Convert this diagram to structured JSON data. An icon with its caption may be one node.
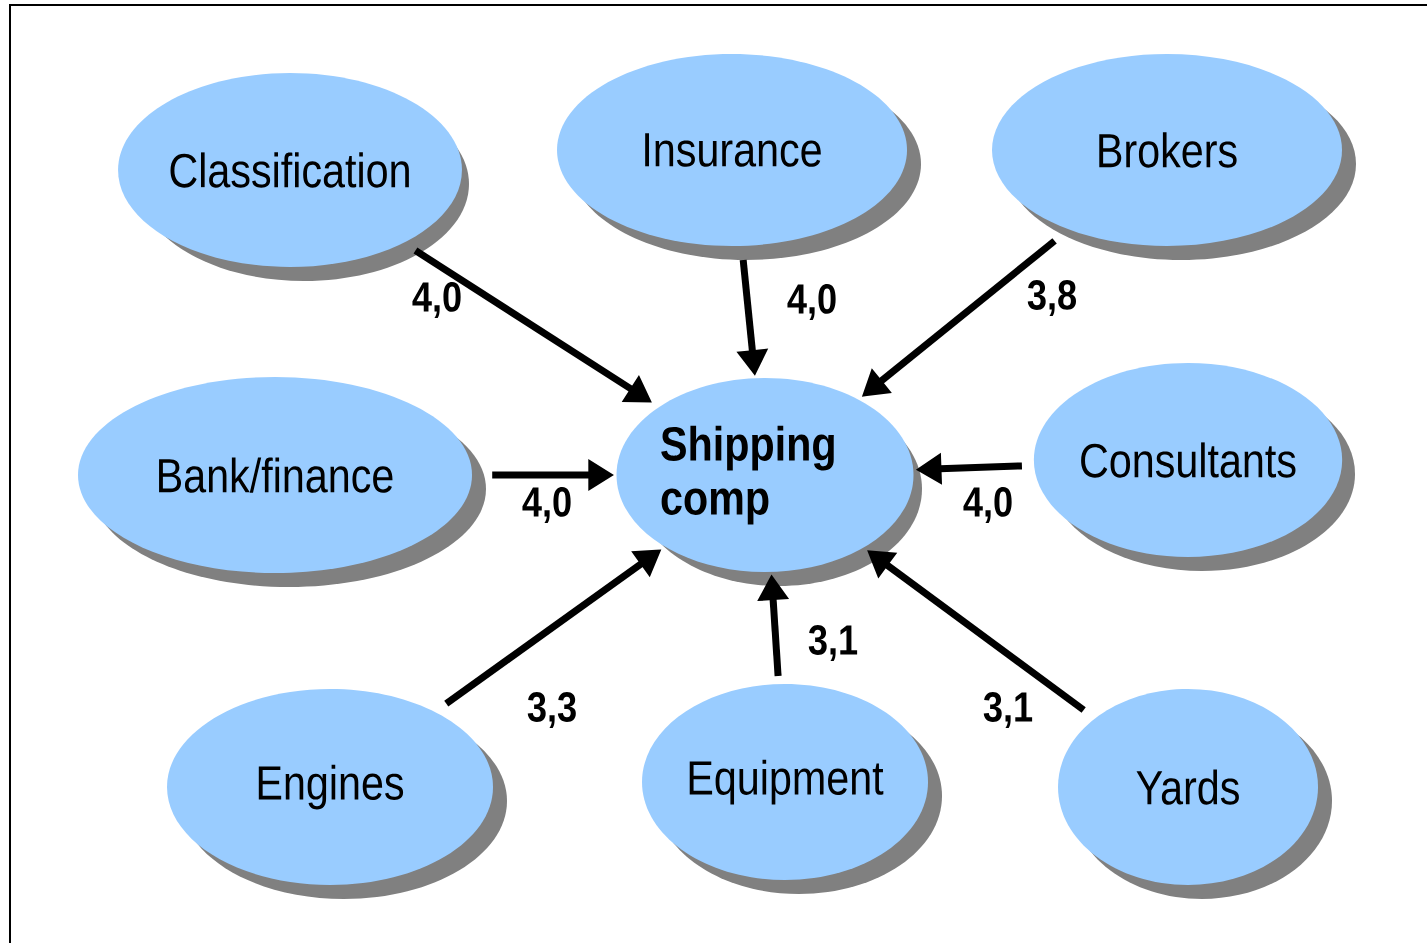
{
  "diagram": {
    "nodes": [
      {
        "text": [
          "Classification"
        ]
      },
      {
        "text": [
          "Insurance"
        ]
      },
      {
        "text": [
          "Brokers"
        ]
      },
      {
        "text": [
          "Bank/finance"
        ]
      },
      {
        "text": [
          "Shipping comp"
        ]
      },
      {
        "text": [
          "Consultants"
        ]
      },
      {
        "text": [
          "Engines"
        ]
      },
      {
        "text": [
          "Equipment"
        ]
      },
      {
        "text": [
          "Yards"
        ]
      }
    ],
    "edges": [
      {
        "from": 0,
        "to": 4,
        "arrow": "to",
        "label": "4,0"
      },
      {
        "from": 1,
        "to": 4,
        "arrow": "to",
        "label": "4,0"
      },
      {
        "from": 2,
        "to": 4,
        "arrow": "to",
        "label": "3,8"
      },
      {
        "from": 3,
        "to": 4,
        "arrow": "to",
        "label": "4,0"
      },
      {
        "from": 5,
        "to": 4,
        "arrow": "to",
        "label": "4,0"
      },
      {
        "from": 6,
        "to": 4,
        "arrow": "to",
        "label": "3,3"
      },
      {
        "from": 7,
        "to": 4,
        "arrow": "to",
        "label": "3,1"
      },
      {
        "from": 8,
        "to": 4,
        "arrow": "to",
        "label": "3,1"
      }
    ]
  }
}
